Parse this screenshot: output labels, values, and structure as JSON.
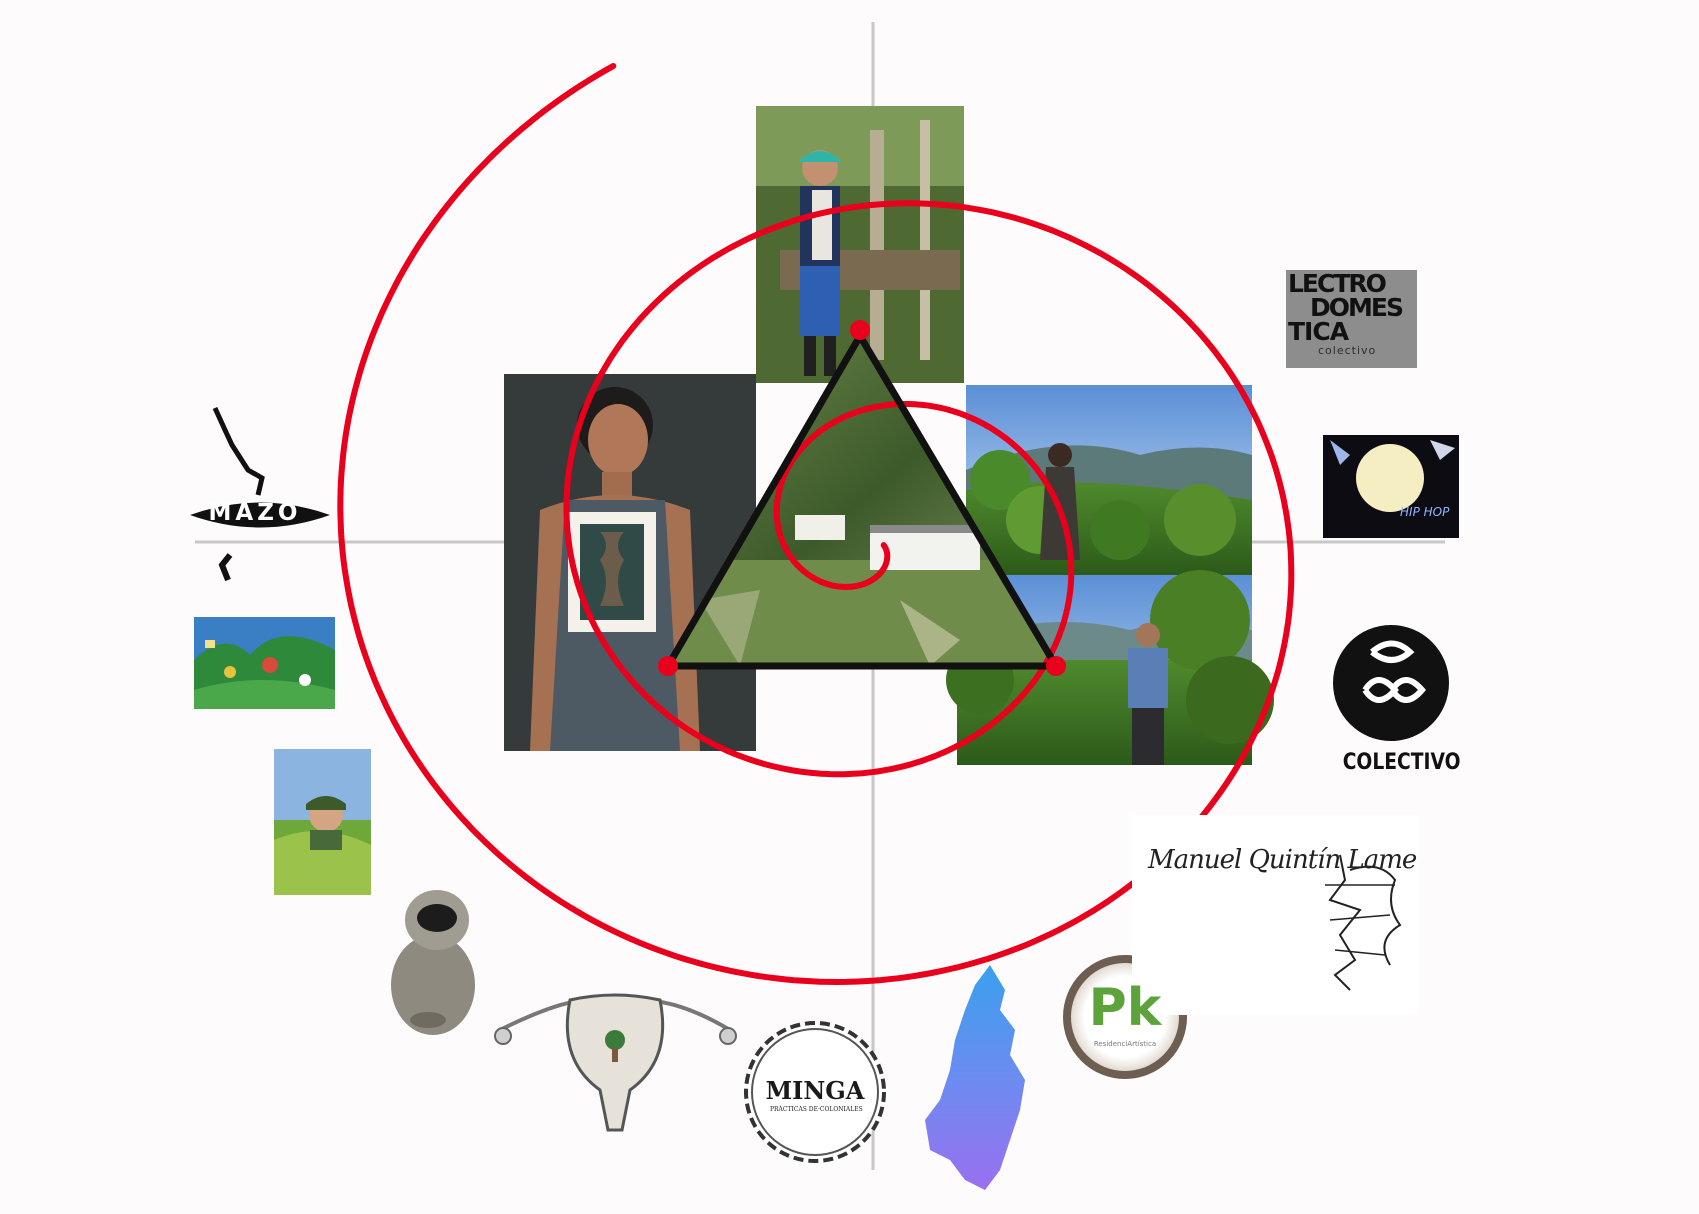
{
  "colors": {
    "spiral": "#e8001c",
    "axes": "#c8c8c8",
    "triangle_stroke": "#111111",
    "background": "#fdfbfb"
  },
  "logos": {
    "mazo": "MAZO",
    "electrodomestica_line1": "LECTRO",
    "electrodomestica_line2": "DOMES",
    "electrodomestica_line3": "TICA",
    "electrodomestica_sub": "colectivo",
    "colectivo": "COLECTIVO",
    "minga_title": "MINGA",
    "minga_sub": "PRÁCTICAS DE·COLONIALES",
    "pk": "Pk",
    "pk_sub": "ResidenciArtística",
    "hiphop": "HIP HOP",
    "signature": "Manuel Quintín Lame"
  },
  "icons": {
    "photos": [
      "woman-farmer-photo",
      "man-with-frame-photo",
      "woman-in-field-photo",
      "man-in-field-photo",
      "village-photo",
      "mural-photo",
      "soldier-mural-photo"
    ],
    "objects": [
      "ceramic-vessel-icon",
      "uterus-diagram-icon",
      "colombia-map-icon",
      "signature-drawing-icon"
    ]
  }
}
